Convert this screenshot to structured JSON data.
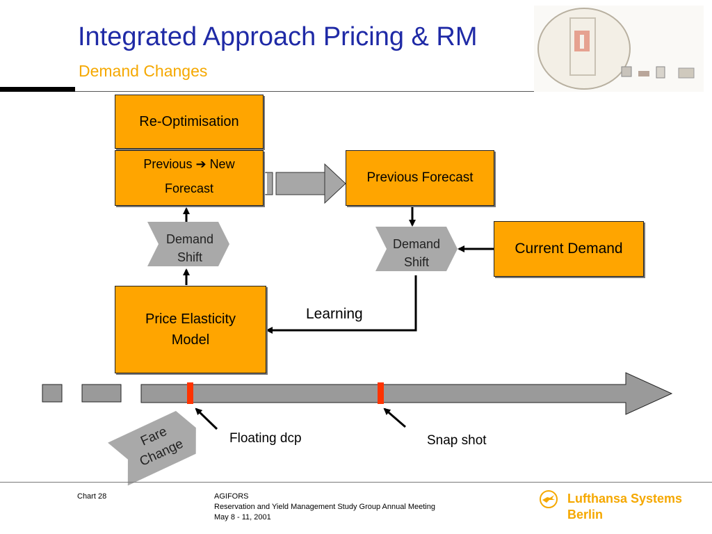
{
  "header": {
    "title": "Integrated Approach Pricing & RM",
    "subtitle": "Demand Changes"
  },
  "diagram": {
    "reoptimisation": "Re-Optimisation",
    "forecast_line1_prev": "Previous",
    "forecast_line1_arrow": "➔",
    "forecast_line1_new": "New",
    "forecast_line2": "Forecast",
    "previous_forecast": "Previous Forecast",
    "current_demand": "Current Demand",
    "price_elasticity_line1": "Price Elasticity",
    "price_elasticity_line2": "Model",
    "demand_shift_left_line1": "Demand",
    "demand_shift_left_line2": "Shift",
    "demand_shift_right_line1": "Demand",
    "demand_shift_right_line2": "Shift",
    "learning": "Learning",
    "fare_change_line1": "Fare",
    "fare_change_line2": "Change",
    "floating_dcp": "Floating dcp",
    "snap_shot": "Snap shot"
  },
  "footer": {
    "chart_number": "Chart 28",
    "org": "AGIFORS",
    "event": "Reservation and Yield Management Study Group Annual Meeting",
    "dates": "May 8 - 11, 2001",
    "brand_line1": "Lufthansa Systems",
    "brand_line2": "Berlin",
    "brand_color": "#f5a800"
  },
  "colors": {
    "box_fill": "#ffa500",
    "title_blue": "#1f2aa6",
    "subtitle_orange": "#f5a800",
    "timeline_gray": "#9a9a9a",
    "marker_red": "#ff3300"
  },
  "icons": {
    "logo": "crest-logo-icon",
    "brand": "crane-logo-icon"
  }
}
